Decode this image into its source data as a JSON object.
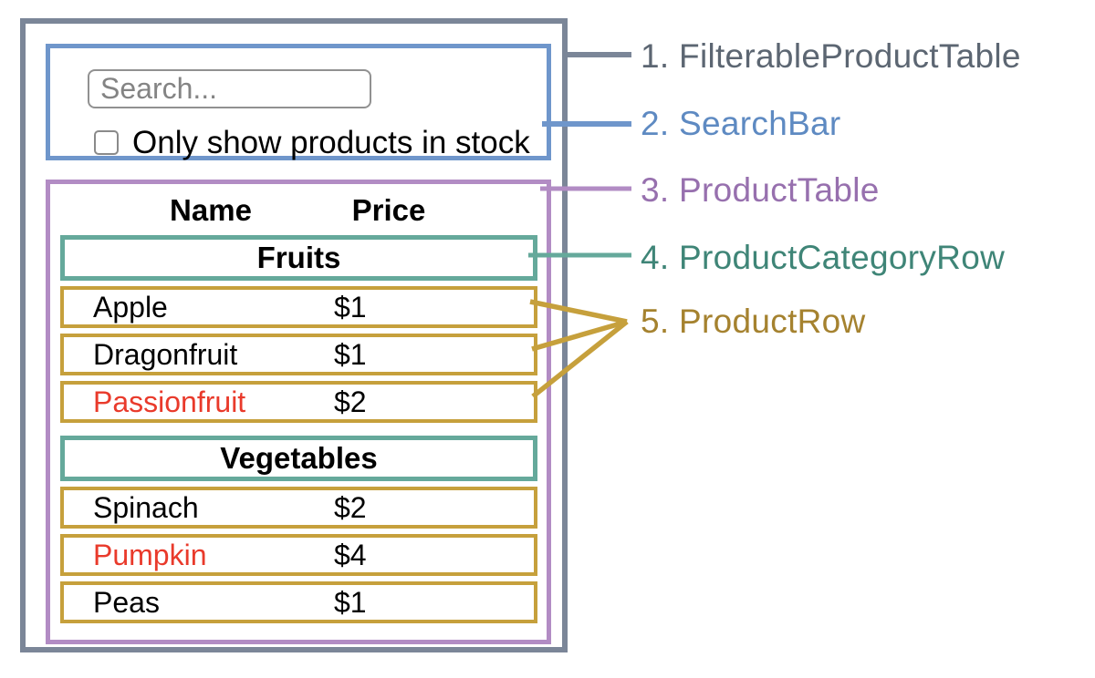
{
  "filterable_product_table": {
    "search_bar": {
      "search_placeholder": "Search...",
      "checkbox_label": "Only show products in stock",
      "checkbox_checked": false
    },
    "product_table": {
      "columns": {
        "name": "Name",
        "price": "Price"
      },
      "sections": [
        {
          "category": "Fruits",
          "rows": [
            {
              "name": "Apple",
              "price": "$1",
              "name_color": "#000000"
            },
            {
              "name": "Dragonfruit",
              "price": "$1",
              "name_color": "#000000"
            },
            {
              "name": "Passionfruit",
              "price": "$2",
              "name_color": "#e93a2b"
            }
          ]
        },
        {
          "category": "Vegetables",
          "rows": [
            {
              "name": "Spinach",
              "price": "$2",
              "name_color": "#000000"
            },
            {
              "name": "Pumpkin",
              "price": "$4",
              "name_color": "#e93a2b"
            },
            {
              "name": "Peas",
              "price": "$1",
              "name_color": "#000000"
            }
          ]
        }
      ]
    }
  },
  "legend": {
    "items": [
      {
        "label": "1. FilterableProductTable",
        "color": "#5c6672"
      },
      {
        "label": "2. SearchBar",
        "color": "#5e8ac2"
      },
      {
        "label": "3. ProductTable",
        "color": "#9770ae"
      },
      {
        "label": "4. ProductCategoryRow",
        "color": "#3f8577"
      },
      {
        "label": "5. ProductRow",
        "color": "#a5822f"
      }
    ]
  },
  "colors": {
    "filterable_product_table_border": "#7b8698",
    "search_bar_border": "#6f96cb",
    "product_table_border": "#b28cc4",
    "category_row_border": "#65a99b",
    "product_row_border": "#c6a03c",
    "out_of_stock_text": "#e93a2b",
    "background": "#ffffff"
  }
}
